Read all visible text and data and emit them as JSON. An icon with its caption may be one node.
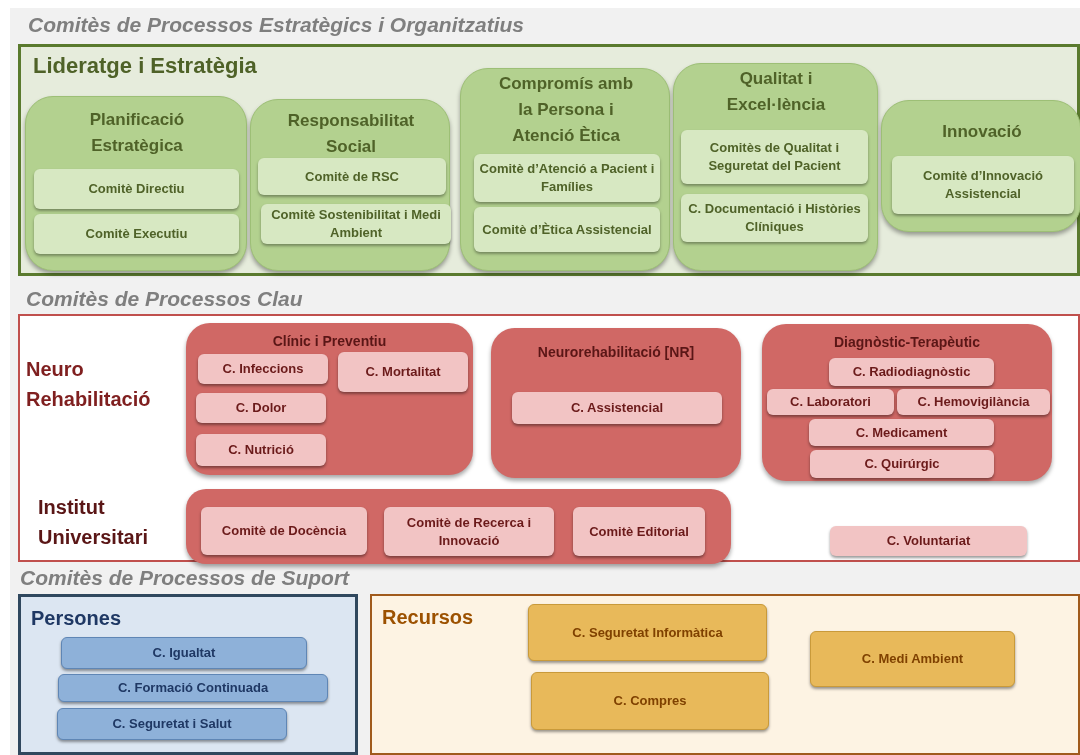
{
  "diagram": {
    "nodes": [
      {
        "text": [
          "Lideratge i Estratègia"
        ]
      },
      {
        "text": [
          "Planificació Estratègica"
        ],
        "in": 0
      },
      {
        "text": [
          "Comitè Directiu"
        ],
        "in": 1
      },
      {
        "text": [
          "Comitè Executiu"
        ],
        "in": 1
      },
      {
        "text": [
          "Responsabilitat Social"
        ],
        "in": 0
      },
      {
        "text": [
          "Comitè de RSC"
        ],
        "in": 4
      },
      {
        "text": [
          "Comitè  Sostenibilitat i Medi Ambient"
        ],
        "in": 4
      },
      {
        "text": [
          "Compromís amb la Persona i Atenció Ètica"
        ],
        "in": 0
      },
      {
        "text": [
          "Comitè d’Atenció a Pacient i Famílies"
        ],
        "in": 7
      },
      {
        "text": [
          "Comitè d’Ètica Assistencial"
        ],
        "in": 7
      },
      {
        "text": [
          "Qualitat i Excel·lència"
        ],
        "in": 0
      },
      {
        "text": [
          "Comitès de Qualitat i Seguretat del Pacient"
        ],
        "in": 10
      },
      {
        "text": [
          "C. Documentació i Històries Clíniques"
        ],
        "in": 10
      },
      {
        "text": [
          "Innovació"
        ],
        "in": 0
      },
      {
        "text": [
          "Comitè d’Innovació Assistencial"
        ],
        "in": 13
      },
      {
        "text": [
          "Neuro Rehabilitació",
          "Institut Universitari"
        ]
      },
      {
        "text": [
          "Clínic i Preventiu"
        ],
        "in": 15
      },
      {
        "text": [
          "C. Infeccions"
        ],
        "in": 16
      },
      {
        "text": [
          "C. Mortalitat"
        ],
        "in": 16
      },
      {
        "text": [
          "C. Dolor"
        ],
        "in": 16
      },
      {
        "text": [
          "C. Nutrició"
        ],
        "in": 16
      },
      {
        "text": [
          "Neurorehabilitació [NR]"
        ],
        "in": 15
      },
      {
        "text": [
          "C. Assistencial"
        ],
        "in": 21
      },
      {
        "text": [
          "Diagnòstic-Terapèutic"
        ],
        "in": 15
      },
      {
        "text": [
          "C. Radiodiagnòstic"
        ],
        "in": 23
      },
      {
        "text": [
          "C. Laboratori"
        ],
        "in": 23
      },
      {
        "text": [
          "C. Hemovigilància"
        ],
        "in": 23
      },
      {
        "text": [
          "C.  Medicament"
        ],
        "in": 23
      },
      {
        "text": [
          "C. Quirúrgic"
        ],
        "in": 23
      },
      {
        "text": [],
        "shape": "box",
        "in": 15
      },
      {
        "text": [
          "Comitè de Docència"
        ],
        "in": 29
      },
      {
        "text": [
          "Comitè de Recerca i Innovació"
        ],
        "in": 29
      },
      {
        "text": [
          "Comitè Editorial"
        ],
        "in": 29
      },
      {
        "text": [
          "C. Voluntariat"
        ],
        "in": 15
      },
      {
        "text": [
          "Persones"
        ]
      },
      {
        "text": [
          "C. Igualtat"
        ],
        "in": 34
      },
      {
        "text": [
          "C. Formació Continuada"
        ],
        "in": 34
      },
      {
        "text": [
          "C.  Seguretat i Salut"
        ],
        "in": 34
      },
      {
        "text": [
          "Recursos"
        ]
      },
      {
        "text": [
          "C.  Seguretat Informàtica"
        ],
        "in": 38
      },
      {
        "text": [
          "C. Compres"
        ],
        "in": 38
      },
      {
        "text": [
          "C. Medi Ambient"
        ],
        "in": 38
      }
    ],
    "labels": [
      "Comitès de Processos Estratègics i Organitzatius",
      "Comitès de Processos Clau",
      "Comitès de Processos de Suport"
    ]
  }
}
